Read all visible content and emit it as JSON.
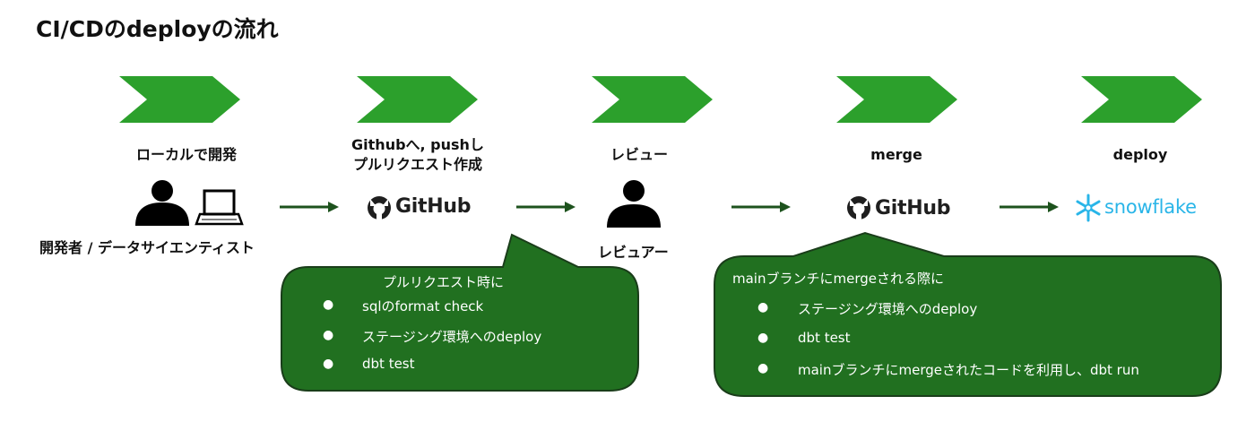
{
  "title": "CI/CDのdeployの流れ",
  "colors": {
    "chevron": "#2ca02c",
    "callout_fill": "#217020",
    "callout_stroke": "#1a3d1a",
    "arrow": "#1d521d",
    "snowflake": "#29b5e8",
    "icon": "#000000"
  },
  "stages": [
    {
      "label": "ローカルで開発"
    },
    {
      "label_line1": "Githubへ, pushし",
      "label_line2": "プルリクエスト作成"
    },
    {
      "label": "レビュー"
    },
    {
      "label": "merge"
    },
    {
      "label": "deploy"
    }
  ],
  "actors": {
    "developer": "開発者 / データサイエンティスト",
    "reviewer": "レビュアー"
  },
  "logos": {
    "github_1": "GitHub",
    "github_2": "GitHub",
    "snowflake": "snowflake"
  },
  "icons": {
    "developer": "person-icon",
    "laptop": "laptop-icon",
    "reviewer": "person-icon",
    "github": "github-octocat-icon",
    "snowflake": "snowflake-icon",
    "flow": "arrow-right-icon",
    "stage": "chevron-icon"
  },
  "callout_pr": {
    "heading": "プルリクエスト時に",
    "items": [
      "sqlのformat check",
      "ステージング環境へのdeploy",
      "dbt test"
    ]
  },
  "callout_merge": {
    "heading": "mainブランチにmergeされる際に",
    "items": [
      "ステージング環境へのdeploy",
      "dbt test",
      "mainブランチにmergeされたコードを利用し、dbt run"
    ]
  }
}
